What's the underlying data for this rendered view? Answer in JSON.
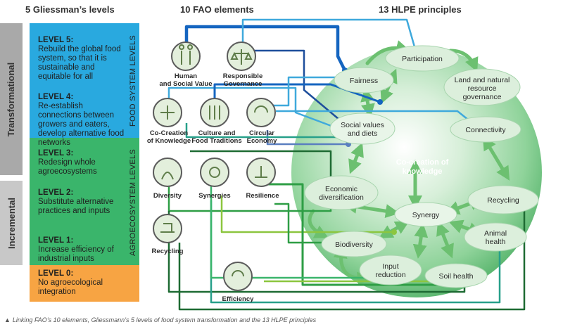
{
  "headers": {
    "levels": "5 Gliessman’s levels",
    "fao": "10 FAO elements",
    "hlpe": "13 HLPE principles"
  },
  "side": {
    "transformational": "Transformational",
    "incremental": "Incremental"
  },
  "band_labels": {
    "food_system": "FOOD SYSTEM LEVELS",
    "agroecosystem": "AGROECOSYSTEM LEVELS"
  },
  "levels": [
    {
      "title": "LEVEL 5:",
      "text": "Rebuild the global food system, so that it is sustainable and equitable for all"
    },
    {
      "title": "LEVEL 4:",
      "text": "Re-establish connections between growers and eaters, develop alternative food networks"
    },
    {
      "title": "LEVEL 3:",
      "text": "Redesign whole agroecosystems"
    },
    {
      "title": "LEVEL 2:",
      "text": "Substitute alternative practices and inputs"
    },
    {
      "title": "LEVEL 1:",
      "text": "Increase efficiency of industrial inputs"
    },
    {
      "title": "LEVEL 0:",
      "text": "No agroecological integration"
    }
  ],
  "fao_elements": {
    "human": [
      "Human",
      "and Social Value"
    ],
    "governance": [
      "Responsible",
      "Governance"
    ],
    "cocreation": [
      "Co-Creation",
      "of Knowledge"
    ],
    "culture": [
      "Culture and",
      "Food Traditions"
    ],
    "circular": [
      "Circular",
      "Economy"
    ],
    "diversity": [
      "Diversity"
    ],
    "synergies": [
      "Synergies"
    ],
    "resilience": [
      "Resilience"
    ],
    "recycling": [
      "Recycling"
    ],
    "efficiency": [
      "Efficiency"
    ]
  },
  "hlpe_principles": {
    "participation": [
      "Participation"
    ],
    "fairness": [
      "Fairness"
    ],
    "land": [
      "Land and natural",
      "resource",
      "governance"
    ],
    "social": [
      "Social values",
      "and diets"
    ],
    "connectivity": [
      "Connectivity"
    ],
    "cocreation": [
      "Co-creation of",
      "knowledge"
    ],
    "economic": [
      "Economic",
      "diversification"
    ],
    "recycling": [
      "Recycling"
    ],
    "synergy": [
      "Synergy"
    ],
    "animal": [
      "Animal",
      "health"
    ],
    "biodiversity": [
      "Biodiversity"
    ],
    "input": [
      "Input",
      "reduction"
    ],
    "soil": [
      "Soil health"
    ]
  },
  "caption": "Linking FAO’s 10 elements, Gliessmann’s 5 levels of food system transformation and the 13 HLPE principles",
  "colors": {
    "transformational": "#a9a9a9",
    "incremental": "#c8c8c8",
    "food_system": "#29a9df",
    "agroecosystem": "#3ab56b",
    "level0": "#f7a443",
    "line_dark_blue": "#1565c0",
    "line_light_blue": "#3fa9dc",
    "line_teal": "#27a08a",
    "line_green": "#2e9e45",
    "line_light_green": "#8cc63f",
    "line_dark_green": "#1e6b33",
    "arrow_green": "#6cc070",
    "sphere": "#5bbf73"
  }
}
